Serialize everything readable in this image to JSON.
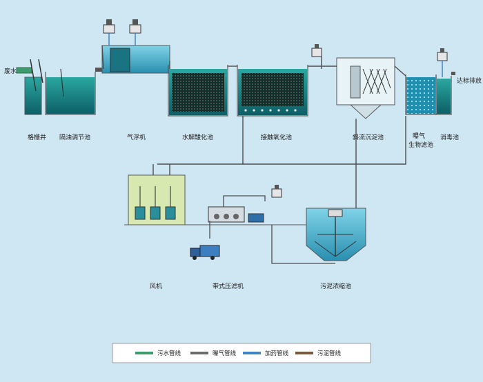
{
  "inlet_label": "废水",
  "outlet_label": "达标排放",
  "units": {
    "grid_well": "格栅井",
    "equalization_tank": "隔油调节池",
    "air_flotation": "气浮机",
    "hydrolysis_tank": "水解酸化池",
    "contact_oxidation_tank": "接触氧化池",
    "inclined_tube_settler": "斜流沉淀池",
    "baf_line1": "曝气",
    "baf_line2": "生物滤池",
    "disinfection_tank": "消毒池",
    "blower": "风机",
    "belt_filter_press": "带式压滤机",
    "sludge_thickener": "污泥浓缩池"
  },
  "legend": [
    {
      "label": "污水管线",
      "color": "#3d9c6d"
    },
    {
      "label": "曝气管线",
      "color": "#6b6b6b"
    },
    {
      "label": "加药管线",
      "color": "#3f86c2"
    },
    {
      "label": "污泥管线",
      "color": "#7a5a3a"
    }
  ],
  "colors": {
    "background": "#cfe6f3",
    "water_teal": "#1a8a86",
    "water_deep": "#0d5f67",
    "tank_outline": "#555555",
    "pipe": "#4d4d4d",
    "blower_room": "#d7e9b0"
  }
}
